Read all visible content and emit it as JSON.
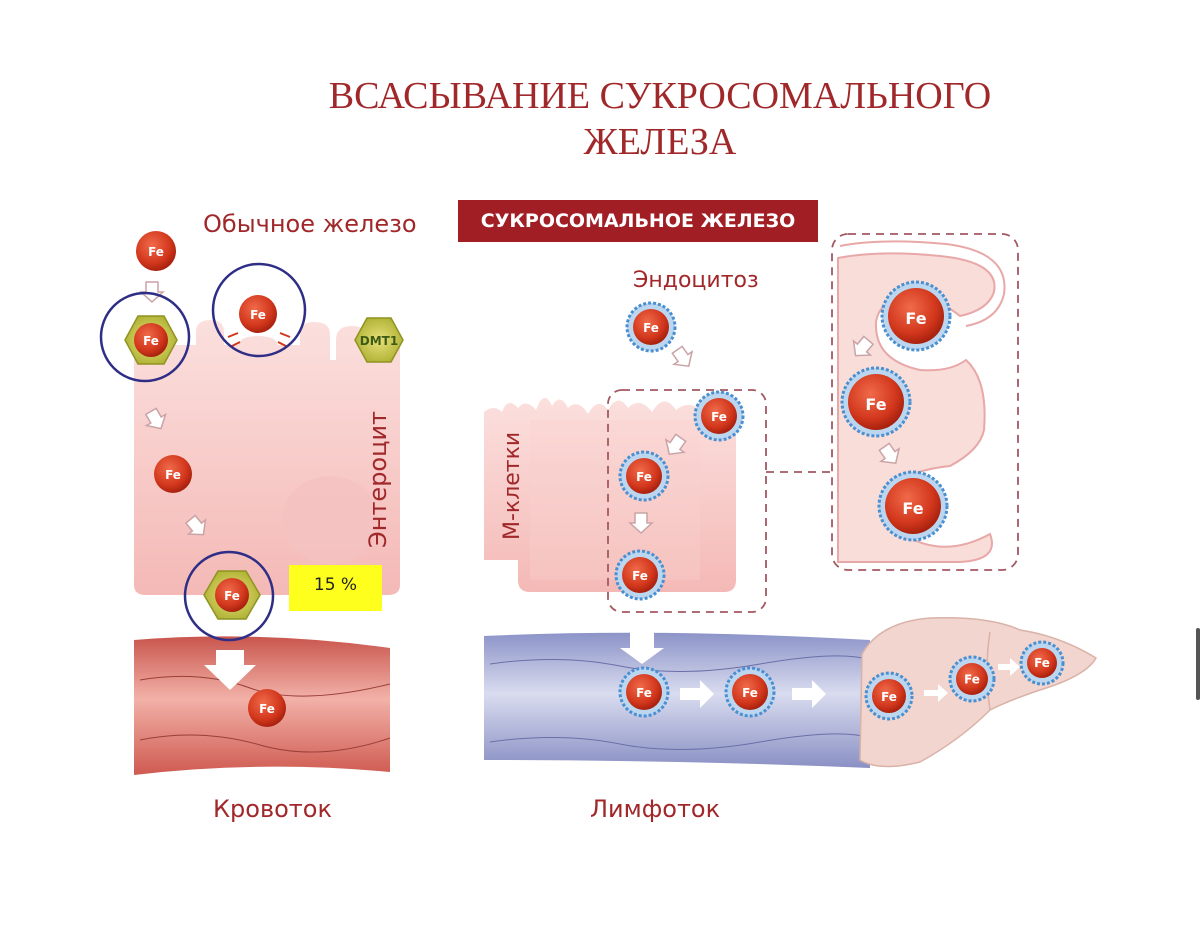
{
  "title": {
    "line1": "ВСАСЫВАНИЕ СУКРОСОМАЛЬНОГО",
    "line2": "ЖЕЛЕЗА"
  },
  "left_panel": {
    "label": "Обычное железо",
    "cell_label": "Энтероцит",
    "dmt1_label": "DMT1",
    "percent_label": "15 %",
    "bottom_label": "Кровоток"
  },
  "right_panel": {
    "banner": "СУКРОСОМАЛЬНОЕ ЖЕЛЕЗО",
    "endocytosis_label": "Эндоцитоз",
    "cell_label": "М-клетки",
    "bottom_label": "Лимфоток"
  },
  "iron_symbol": "Fe",
  "colors": {
    "title": "#a1282a",
    "banner_bg": "#a11f24",
    "iron": "#d2371c",
    "sucrosome_coat": "#4a8fd0",
    "enterocyte": "#f7c9c6",
    "blood_vessel": "#d9675e",
    "lymph_vessel": "#9ea4d4",
    "liver": "#f0cfc8",
    "highlight_circle": "#2e2e86",
    "percent_bg": "#ffff1e",
    "transporter": "#b9c24a"
  }
}
